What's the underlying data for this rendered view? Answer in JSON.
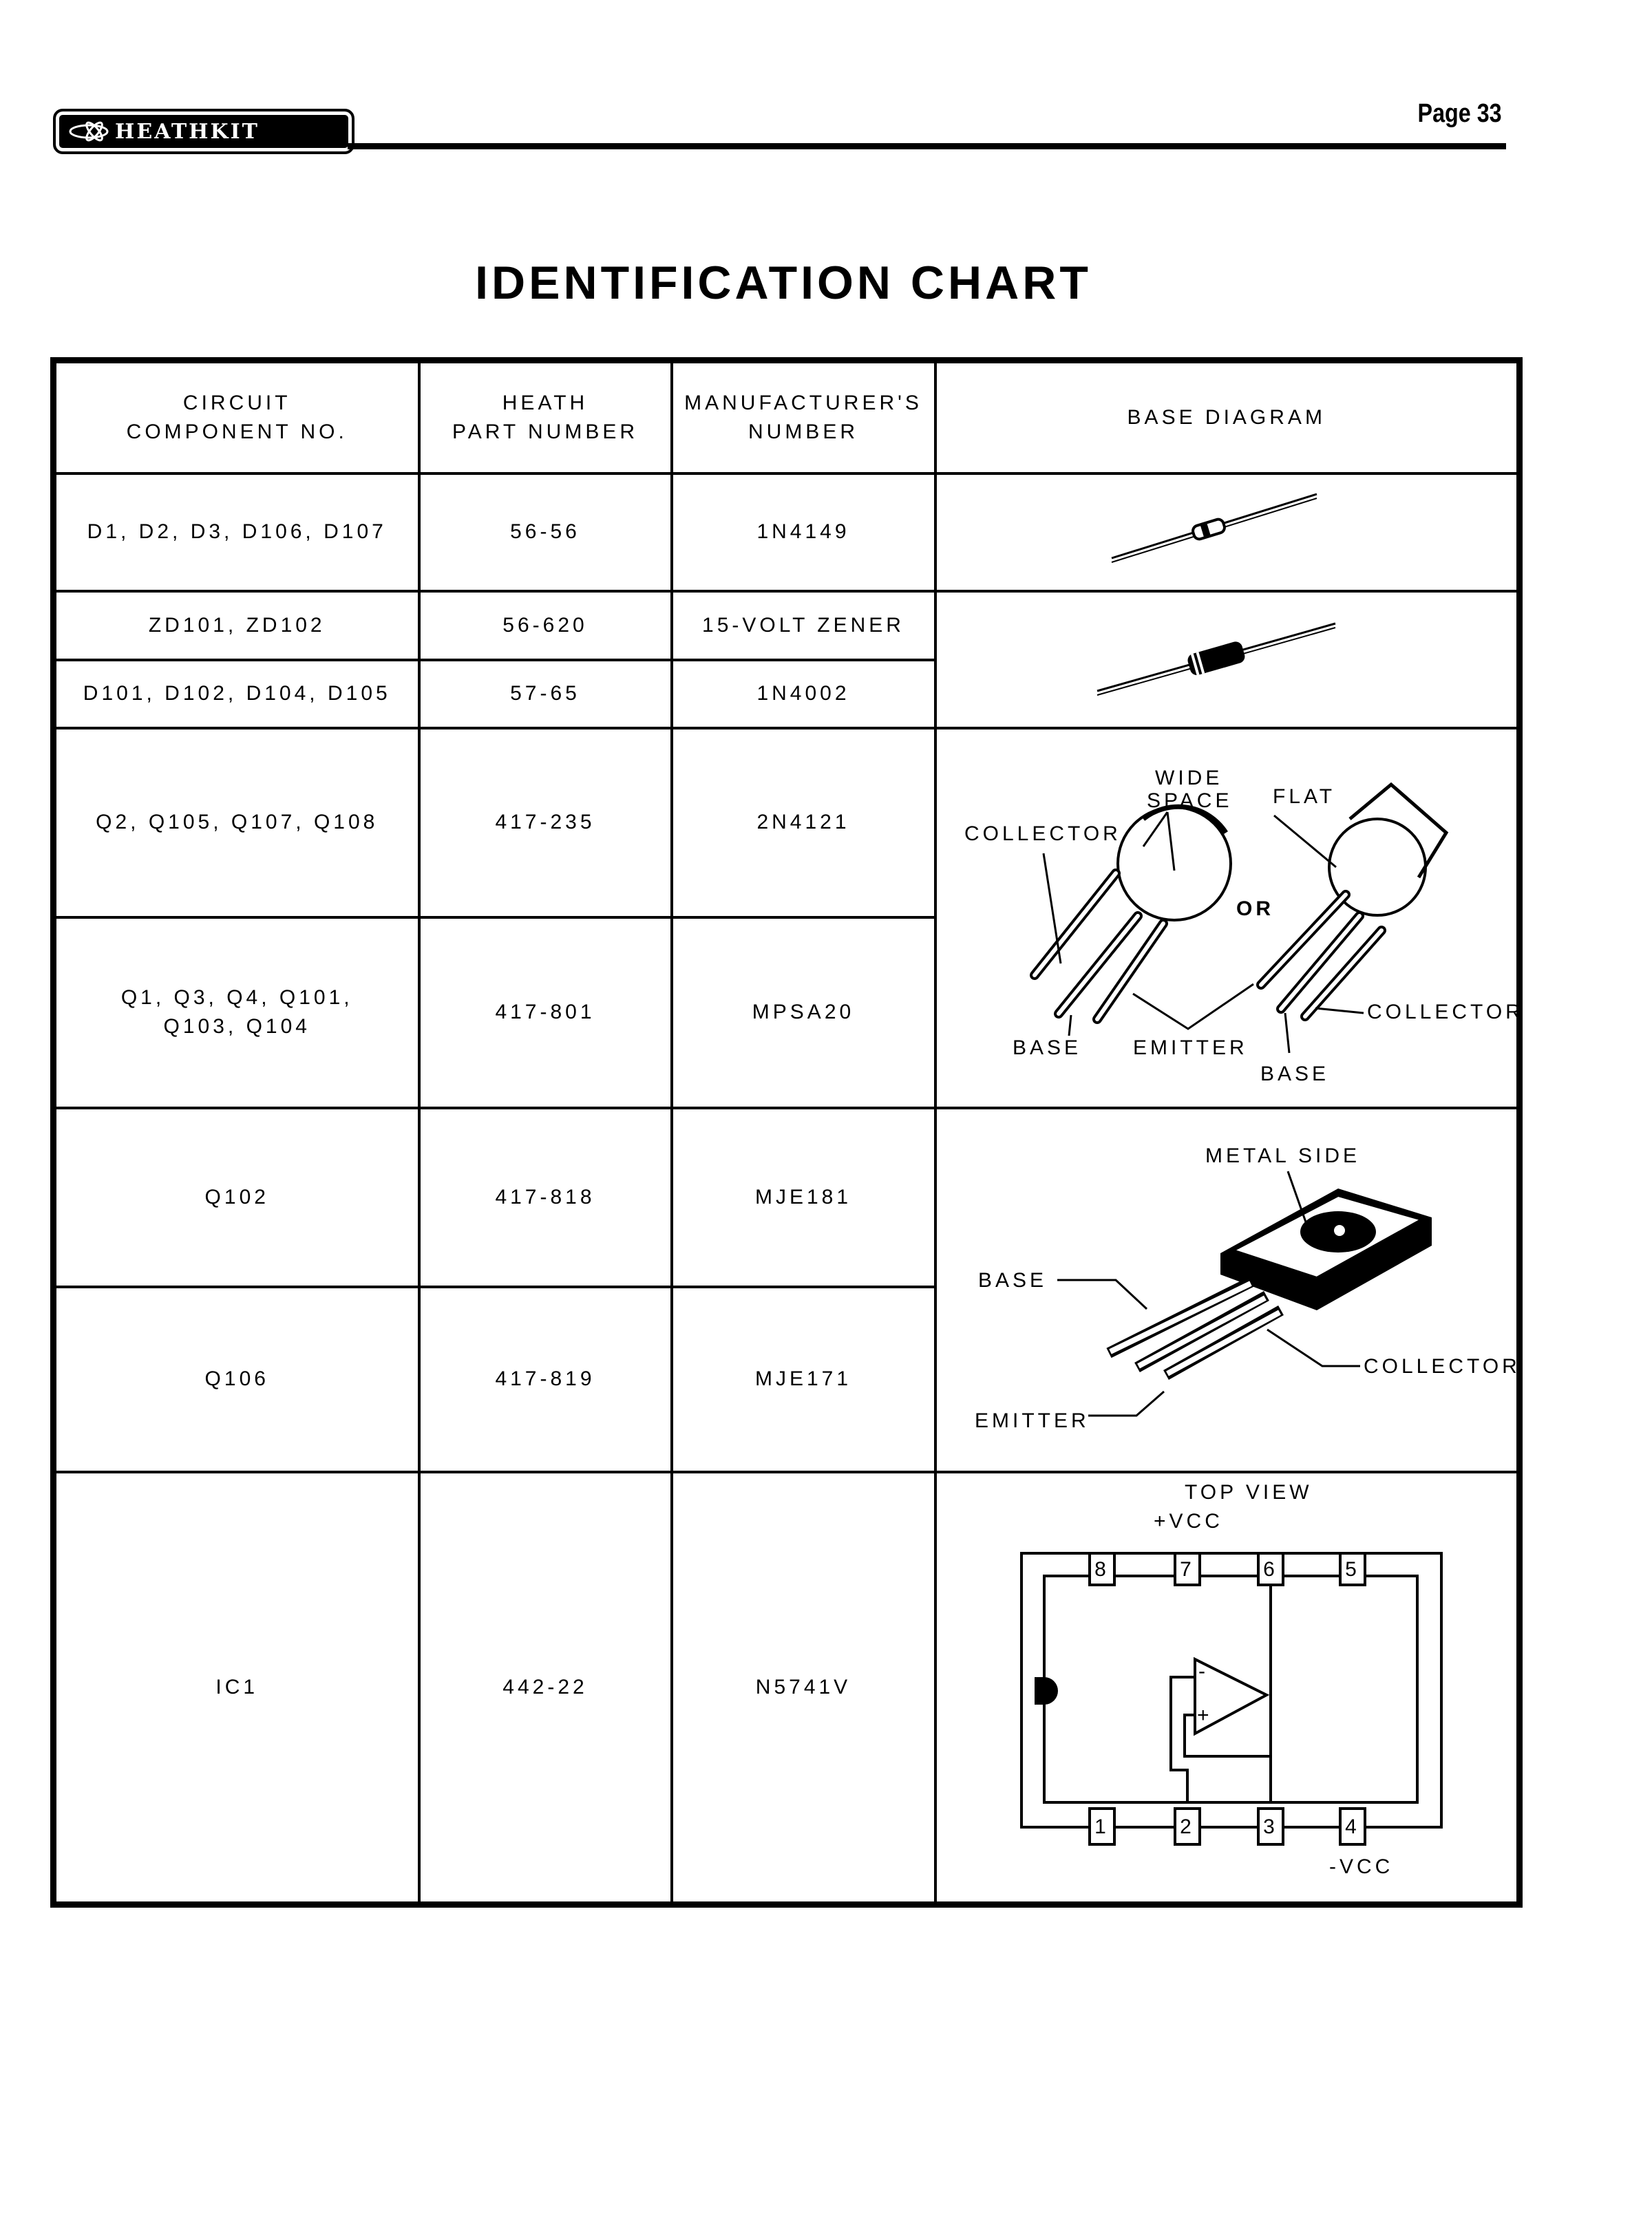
{
  "header": {
    "logo_text": "HEATHKIT",
    "page": "Page 33"
  },
  "title": "IDENTIFICATION CHART",
  "columns": [
    "CIRCUIT COMPONENT NO.",
    "HEATH PART NUMBER",
    "MANUFACTURER'S NUMBER",
    "BASE DIAGRAM"
  ],
  "column_lines": {
    "c0a": "CIRCUIT",
    "c0b": "COMPONENT NO.",
    "c1a": "HEATH",
    "c1b": "PART NUMBER",
    "c2a": "MANUFACTURER'S",
    "c2b": "NUMBER"
  },
  "rows": [
    {
      "component": "D1, D2, D3, D106, D107",
      "part": "56-56",
      "mfr": "1N4149"
    },
    {
      "component": "ZD101, ZD102",
      "part": "56-620",
      "mfr": "15-VOLT ZENER"
    },
    {
      "component": "D101, D102, D104, D105",
      "part": "57-65",
      "mfr": "1N4002"
    },
    {
      "component": "Q2, Q105, Q107, Q108",
      "part": "417-235",
      "mfr": "2N4121"
    },
    {
      "component": "Q1, Q3, Q4, Q101,",
      "component2": "Q103, Q104",
      "part": "417-801",
      "mfr": "MPSA20"
    },
    {
      "component": "Q102",
      "part": "417-818",
      "mfr": "MJE181"
    },
    {
      "component": "Q106",
      "part": "417-819",
      "mfr": "MJE171"
    },
    {
      "component": "IC1",
      "part": "442-22",
      "mfr": "N5741V"
    }
  ],
  "diagrams": {
    "to92": {
      "wide": "WIDE",
      "space": "SPACE",
      "flat": "FLAT",
      "collector": "COLLECTOR",
      "or": "OR",
      "base": "BASE",
      "emitter": "EMITTER",
      "collector2": "COLLECTOR",
      "base2": "BASE"
    },
    "to126": {
      "metal_side": "METAL SIDE",
      "base": "BASE",
      "collector": "COLLECTOR",
      "emitter": "EMITTER"
    },
    "ic": {
      "top_view": "TOP VIEW",
      "vcc_pos": "+VCC",
      "vcc_neg": "-VCC",
      "pins": [
        "1",
        "2",
        "3",
        "4",
        "5",
        "6",
        "7",
        "8"
      ],
      "minus": "-",
      "plus": "+"
    }
  }
}
